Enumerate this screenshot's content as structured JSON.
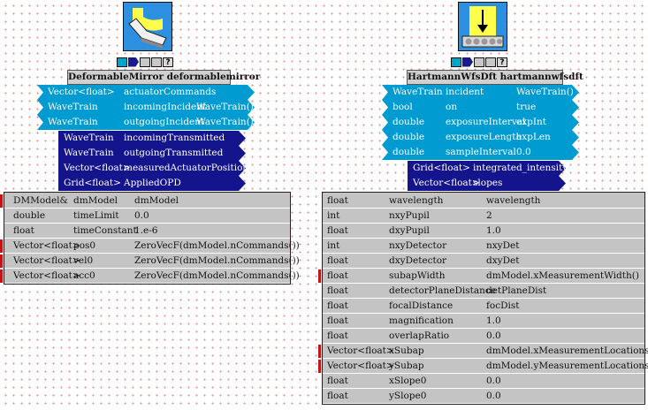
{
  "colors": {
    "input_port": "#009bd0",
    "output_port": "#14148c",
    "parameter_table": "#c4c4c4",
    "title_box": "#d0d0d0",
    "marker": "#d01010",
    "icon_bg": "#2c8fe0"
  },
  "modules": [
    {
      "title": "DeformableMirror deformablemirror",
      "icon": "deformable-mirror-icon",
      "inputs": [
        {
          "type": "Vector<float>",
          "name": "actuatorCommands",
          "value": ""
        },
        {
          "type": "WaveTrain",
          "name": "incomingIncident",
          "value": "WaveTrain()"
        },
        {
          "type": "WaveTrain",
          "name": "outgoingIncident",
          "value": "WaveTrain()"
        }
      ],
      "outputs": [
        {
          "type": "WaveTrain",
          "name": "incomingTransmitted"
        },
        {
          "type": "WaveTrain",
          "name": "outgoingTransmitted"
        },
        {
          "type": "Vector<float>",
          "name": "measuredActuatorPositions"
        },
        {
          "type": "Grid<float>",
          "name": "AppliedOPD"
        }
      ],
      "params": [
        {
          "type": "DMModel&",
          "name": "dmModel",
          "value": "dmModel",
          "marked": true
        },
        {
          "type": "double",
          "name": "timeLimit",
          "value": "0.0",
          "marked": false
        },
        {
          "type": "float",
          "name": "timeConstant",
          "value": "1.e-6",
          "marked": false
        },
        {
          "type": "Vector<float>",
          "name": "pos0",
          "value": "ZeroVecF(dmModel.nCommands())",
          "marked": true
        },
        {
          "type": "Vector<float>",
          "name": "vel0",
          "value": "ZeroVecF(dmModel.nCommands())",
          "marked": true
        },
        {
          "type": "Vector<float>",
          "name": "acc0",
          "value": "ZeroVecF(dmModel.nCommands())",
          "marked": true
        }
      ]
    },
    {
      "title": "HartmannWfsDft hartmannwfsdft",
      "icon": "hartmann-wfs-icon",
      "inputs": [
        {
          "type": "WaveTrain",
          "name": "incident",
          "value": "WaveTrain()"
        },
        {
          "type": "bool",
          "name": "on",
          "value": "true"
        },
        {
          "type": "double",
          "name": "exposureInterval",
          "value": "expInt"
        },
        {
          "type": "double",
          "name": "exposureLength",
          "value": "expLen"
        },
        {
          "type": "double",
          "name": "sampleInterval",
          "value": "0.0"
        }
      ],
      "outputs": [
        {
          "type": "Grid<float>",
          "name": "integrated_intensity"
        },
        {
          "type": "Vector<float>",
          "name": "slopes"
        }
      ],
      "params": [
        {
          "type": "float",
          "name": "wavelength",
          "value": "wavelength",
          "marked": false
        },
        {
          "type": "int",
          "name": "nxyPupil",
          "value": "2",
          "marked": false
        },
        {
          "type": "float",
          "name": "dxyPupil",
          "value": "1.0",
          "marked": false
        },
        {
          "type": "int",
          "name": "nxyDetector",
          "value": "nxyDet",
          "marked": false
        },
        {
          "type": "float",
          "name": "dxyDetector",
          "value": "dxyDet",
          "marked": false
        },
        {
          "type": "float",
          "name": "subapWidth",
          "value": "dmModel.xMeasurementWidth()",
          "marked": true
        },
        {
          "type": "float",
          "name": "detectorPlaneDistance",
          "value": "detPlaneDist",
          "marked": false
        },
        {
          "type": "float",
          "name": "focalDistance",
          "value": "focDist",
          "marked": false
        },
        {
          "type": "float",
          "name": "magnification",
          "value": "1.0",
          "marked": false
        },
        {
          "type": "float",
          "name": "overlapRatio",
          "value": "0.0",
          "marked": false
        },
        {
          "type": "Vector<float>",
          "name": "xSubap",
          "value": "dmModel.xMeasurementLocations()",
          "marked": true
        },
        {
          "type": "Vector<float>",
          "name": "ySubap",
          "value": "dmModel.yMeasurementLocations()",
          "marked": true
        },
        {
          "type": "float",
          "name": "xSlope0",
          "value": "0.0",
          "marked": false
        },
        {
          "type": "float",
          "name": "ySlope0",
          "value": "0.0",
          "marked": false
        }
      ]
    }
  ]
}
